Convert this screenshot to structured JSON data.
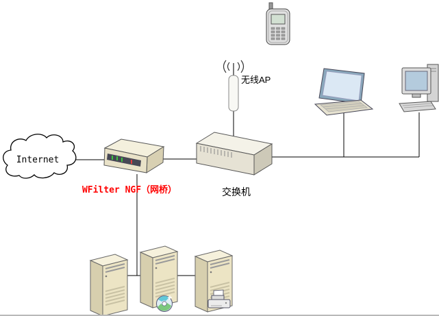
{
  "diagram": {
    "type": "network-topology",
    "labels": {
      "internet": "Internet",
      "wfilter": "WFilter NGF（网桥）",
      "switch": "交换机",
      "wireless_ap": "无线AP"
    },
    "colors": {
      "wfilter_label": "#ff0000",
      "label_text": "#000000",
      "connection_line": "#000000",
      "device_body": "#ece4c4",
      "background": "#ffffff"
    },
    "nodes": [
      "internet-cloud",
      "wfilter-router",
      "network-switch",
      "wireless-ap",
      "mobile-phone",
      "laptop",
      "desktop-computer",
      "server-left",
      "server-middle",
      "server-right"
    ],
    "connections": [
      "internet-cloud - wfilter-router",
      "wfilter-router - network-switch",
      "network-switch - wireless-ap",
      "network-switch - laptop",
      "network-switch - desktop-computer",
      "wfilter-router - server-bus",
      "server-left - server-middle - server-right"
    ]
  }
}
